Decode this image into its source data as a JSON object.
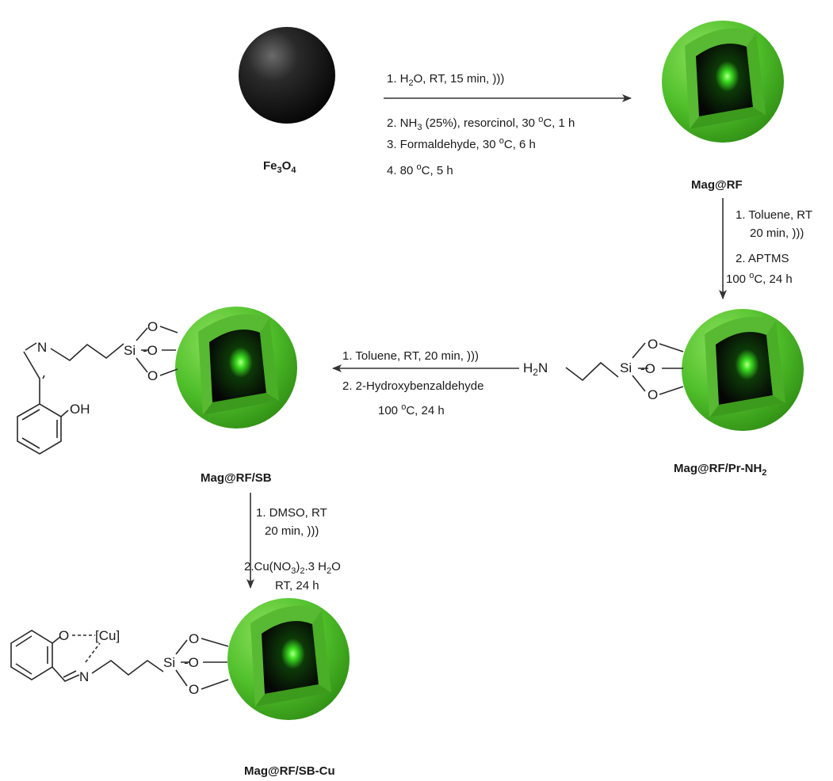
{
  "labels": {
    "fe3o4": {
      "base": "Fe",
      "s1": "3",
      "mid": "O",
      "s2": "4"
    },
    "mag_rf": "Mag@RF",
    "mag_rf_pr_nh2": {
      "base": "Mag@RF/Pr-NH",
      "sub": "2"
    },
    "mag_rf_sb": "Mag@RF/SB",
    "mag_rf_sb_cu": "Mag@RF/SB-Cu"
  },
  "step1": {
    "line1": {
      "a": "1. H",
      "sub": "2",
      "b": "O,  RT,  15 min, )))"
    },
    "line2": {
      "a": "2. NH",
      "sub": "3",
      "b": " (25%), resorcinol, 30 ",
      "sup": "o",
      "c": "C, 1 h"
    },
    "line3": {
      "a": "3. Formaldehyde, 30 ",
      "sup": "o",
      "b": "C, 6 h"
    },
    "line4": {
      "a": "4. 80 ",
      "sup": "o",
      "b": "C, 5 h"
    }
  },
  "step2": {
    "line1": "1. Toluene, RT",
    "line2": "20 min, )))",
    "line3": "2. APTMS",
    "line4": {
      "a": "100 ",
      "sup": "o",
      "b": "C, 24 h"
    }
  },
  "step3": {
    "line1": "1. Toluene,  RT,  20 min, )))",
    "line2": "2. 2-Hydroxybenzaldehyde",
    "line3": {
      "a": "100 ",
      "sup": "o",
      "b": "C, 24 h"
    }
  },
  "step4": {
    "line1": "1. DMSO, RT",
    "line2": "20 min, )))",
    "line3": {
      "a": "2.Cu(NO",
      "sub": "3",
      "b": ")",
      "sub2": "2",
      "c": ".3 H",
      "sub3": "2",
      "d": "O"
    },
    "line4": "RT, 24 h"
  },
  "atoms": {
    "h2n": {
      "a": "H",
      "sub": "2",
      "b": "N"
    },
    "si": "Si",
    "o": "O",
    "o_dash": "-O",
    "n": "N",
    "oh": "OH",
    "o_cu": "O",
    "cu": "[Cu]"
  },
  "colors": {
    "shell": "#4fbf2a",
    "shell_dark": "#2e8a12",
    "core": "#0b0b0b",
    "core_glow": "#3cff2a",
    "fe3o4": "#141414"
  }
}
